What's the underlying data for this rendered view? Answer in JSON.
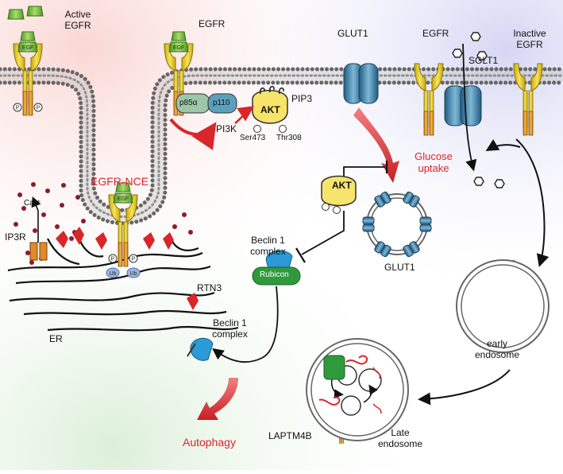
{
  "labels": {
    "active_egfr": "Active\nEGFR",
    "egfr_top": "EGFR",
    "egf": "EGF",
    "p": "P",
    "p85": "p85α",
    "p110": "p110",
    "pi3k": "PI3K",
    "akt": "AKT",
    "pip3": "PIP3",
    "ser473": "Ser473",
    "thr308": "Thr308",
    "glut1_top": "GLUT1",
    "egfr_right": "EGFR",
    "sglt1": "SGLT1",
    "inactive_egfr": "Inactive\nEGFR",
    "glucose_uptake": "Glucose\nuptake",
    "egfr_nce": "EGFR-NCE",
    "ca": "Ca²⁺",
    "ip3r": "IP3R",
    "ub": "Ub",
    "rtn3": "RTN3",
    "er": "ER",
    "beclin1_upper": "Beclin 1\ncomplex",
    "rubicon": "Rubicon",
    "glut1_vesicle": "GLUT1",
    "beclin1_lower": "Beclin 1\ncomplex",
    "autophagy": "Autophagy",
    "early_endosome": "early\nendosome",
    "laptm4b": "LAPTM4B",
    "late_endosome": "Late\nendosome"
  },
  "colors": {
    "receptor_yellow": "#f2d21c",
    "receptor_orange": "#e9a322",
    "egf_green": "#7cc242",
    "arrow_red": "#d9262b",
    "glut_blue": "#3c7fa8",
    "beclin_blue": "#2c9ad6",
    "rubicon_green": "#2f9a3c",
    "red_text": "#d9262b"
  }
}
